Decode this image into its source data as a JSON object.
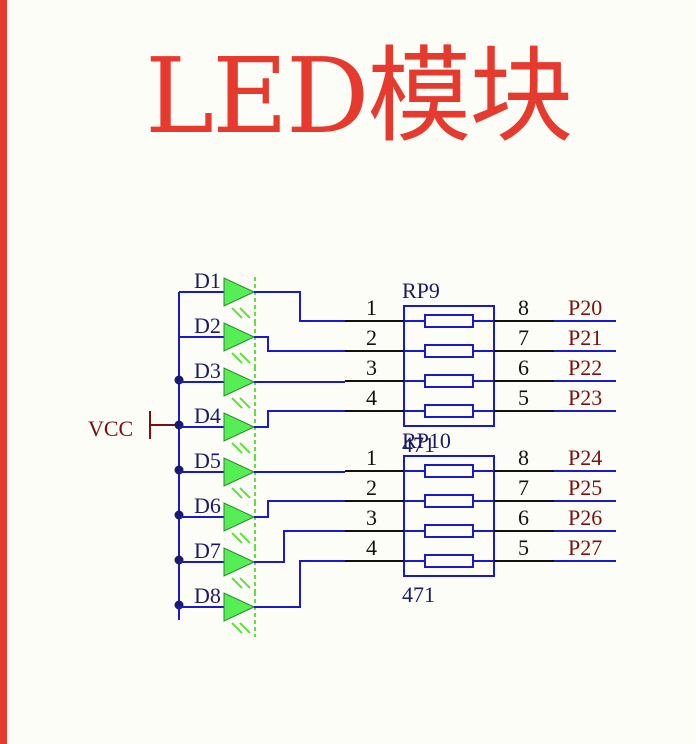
{
  "title": "LED模块",
  "vcc_label": "VCC",
  "diodes": [
    "D1",
    "D2",
    "D3",
    "D4",
    "D5",
    "D6",
    "D7",
    "D8"
  ],
  "resistor_networks": [
    {
      "name": "RP9",
      "value": "471",
      "left_pins": [
        "1",
        "2",
        "3",
        "4"
      ],
      "right_pins": [
        "8",
        "7",
        "6",
        "5"
      ],
      "ports": [
        "P20",
        "P21",
        "P22",
        "P23"
      ]
    },
    {
      "name": "RP10",
      "value": "471",
      "left_pins": [
        "1",
        "2",
        "3",
        "4"
      ],
      "right_pins": [
        "8",
        "7",
        "6",
        "5"
      ],
      "ports": [
        "P24",
        "P25",
        "P26",
        "P27"
      ]
    }
  ],
  "colors": {
    "title": "#e63a2e",
    "wire_blue": "#1a1acc",
    "wire_black": "#111111",
    "led_fill": "#55ee55",
    "port_text": "#7a1010"
  }
}
